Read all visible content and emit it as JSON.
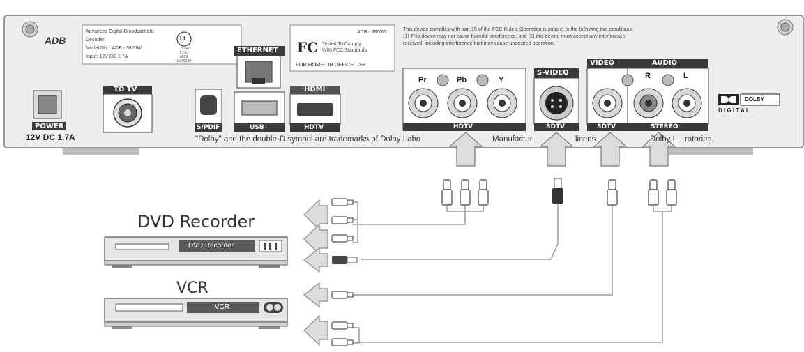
{
  "panel": {
    "maker_logo": "ADB",
    "label_box": {
      "line1": "Advanced Digital Broadcast Ltd",
      "line2": "Decoder",
      "line3": "Model No. : ADB - 3800W",
      "line4": "Input: 12V DC 1,7A",
      "ul_mark": "UL",
      "ul_sub1": "LISTED",
      "ul_sub2": "I.T.E.",
      "ul_sub3": "6988",
      "ul_sub4": "E246040"
    },
    "fcc_box": {
      "logo": "FC",
      "model": "ADB - 3800W",
      "line1": "Tested To Comply",
      "line2": "With FCC Standards",
      "line3": "FOR HOME OR OFFICE USE"
    },
    "fcc_notice": [
      "This device complies with part 15 of the FCC Rules. Operation is subject to the following two conditions:",
      "(1) This device may not cause harmful interference, and (2) this device must accept any interference",
      "received, including interference that may cause undesired operation."
    ],
    "ports": {
      "power_label": "POWER",
      "power_spec": "12V DC 1.7A",
      "to_tv": "TO TV",
      "spdif": "S/PDIF",
      "ethernet": "ETHERNET",
      "usb": "USB",
      "hdmi": "HDMI",
      "hdtv_hdmi": "HDTV",
      "pr": "Pr",
      "pb": "Pb",
      "y": "Y",
      "hdtv_component": "HDTV",
      "svideo": "S-VIDEO",
      "sdtv_svideo": "SDTV",
      "video": "VIDEO",
      "audio": "AUDIO",
      "r": "R",
      "l": "L",
      "sdtv_video": "SDTV",
      "stereo": "STEREO"
    },
    "dolby_logo": "DOLBY",
    "dolby_sub": "D I G I T A L",
    "trademark_left": "\"Dolby\" and the double-D symbol are trademarks of Dolby Labo",
    "trademark_mid": "Manufactur",
    "trademark_mid2": "licens",
    "trademark_right": "Dolby L",
    "trademark_end": "ratories."
  },
  "devices": {
    "dvd_title": "DVD Recorder",
    "dvd_face_label": "DVD Recorder",
    "vcr_title": "VCR",
    "vcr_face_label": "VCR"
  },
  "colors": {
    "panel_fill": "#eeeeee",
    "dark_label": "#3a3a3a",
    "arrow_fill": "#dcdcdc",
    "cable": "#9a9a9a"
  }
}
